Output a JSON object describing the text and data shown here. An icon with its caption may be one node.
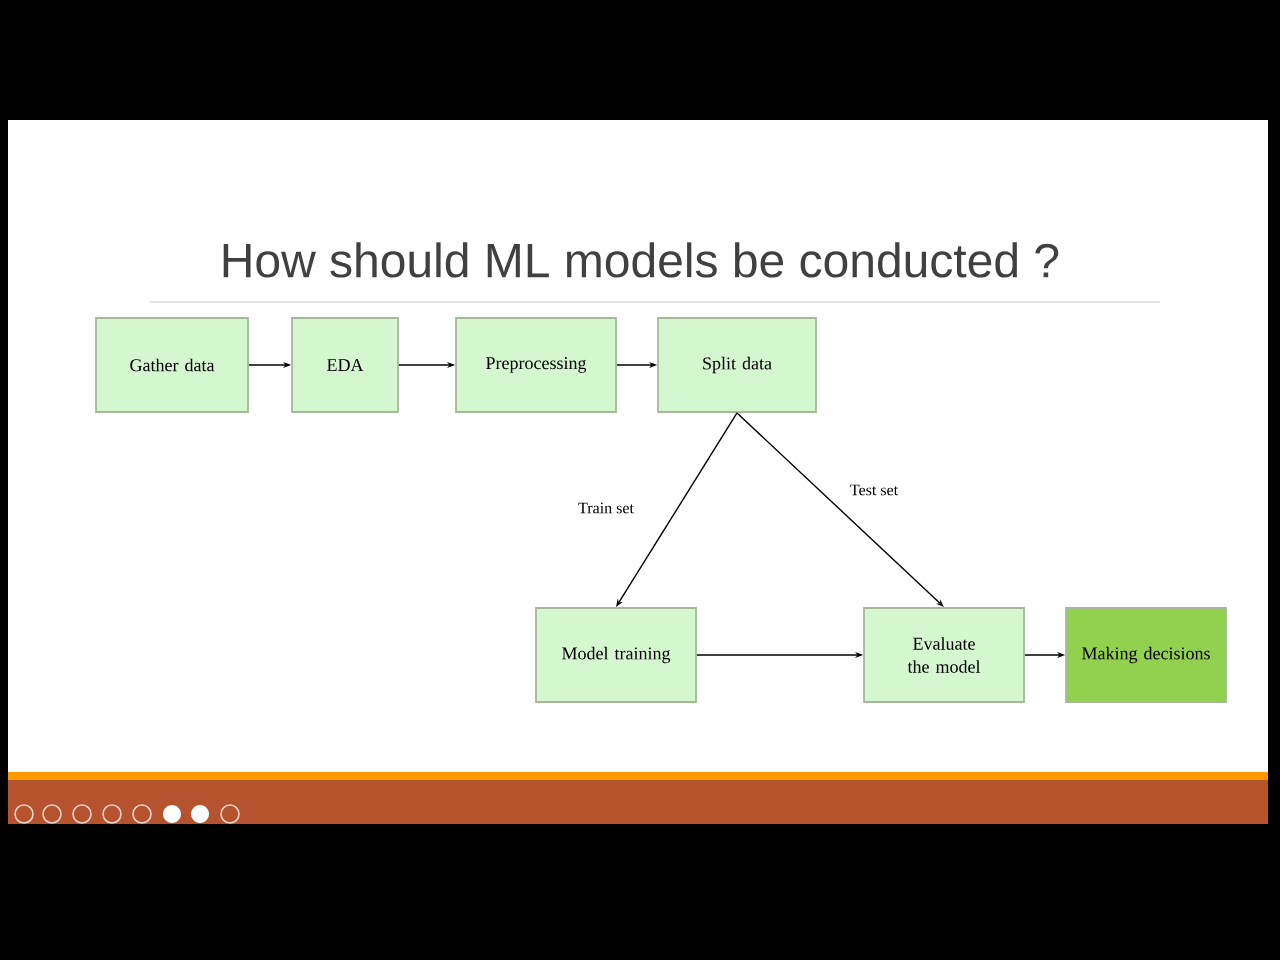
{
  "diagram": {
    "title": "How should ML models be conducted ?",
    "nodes": [
      {
        "text": [
          "Gather data"
        ]
      },
      {
        "text": [
          "EDA"
        ]
      },
      {
        "text": [
          "Preprocessing"
        ]
      },
      {
        "text": [
          "Split data"
        ]
      },
      {
        "text": [
          "Model training"
        ]
      },
      {
        "text": [
          "Evaluate the model"
        ]
      },
      {
        "text": [
          "Making decisions"
        ]
      }
    ],
    "edges": [
      {
        "from": 0,
        "to": 1,
        "arrow": "to"
      },
      {
        "from": 1,
        "to": 2,
        "arrow": "to"
      },
      {
        "from": 2,
        "to": 3,
        "arrow": "to"
      },
      {
        "from": 3,
        "to": 4,
        "arrow": "to",
        "label": "Train set"
      },
      {
        "from": 3,
        "to": 5,
        "arrow": "to",
        "label": "Test set"
      },
      {
        "from": 4,
        "to": 5,
        "arrow": "to"
      },
      {
        "from": 5,
        "to": 6,
        "arrow": "to"
      }
    ]
  }
}
